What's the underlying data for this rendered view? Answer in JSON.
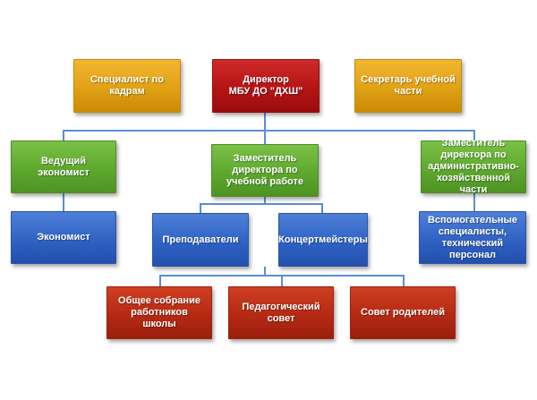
{
  "top": {
    "hr_specialist": "Специалист по кадрам",
    "director_line1": "Директор",
    "director_line2": "МБУ ДО \"ДХШ\"",
    "secretary": "Секретарь учебной части"
  },
  "middle": {
    "lead_economist": "Ведущий экономист",
    "deputy_edu": "Заместитель директора по учебной работе",
    "deputy_admin": "Заместитель директора по административно-хозяйственной части"
  },
  "lower": {
    "economist": "Экономист",
    "teachers": "Преподаватели",
    "accompanists": "Концертмейстеры",
    "support_staff": "Вспомогательные специалисты, технический персонал"
  },
  "bottom": {
    "general_meeting": "Общее собрание работников школы",
    "pedagogical_council": "Педагогический совет",
    "parents_council": "Совет родителей"
  },
  "colors": {
    "orange": "#e0a113",
    "red": "#b51414",
    "green": "#5ea82e",
    "blue": "#2f62c4",
    "darkred": "#b52a14",
    "connector": "#5a8ed6"
  }
}
